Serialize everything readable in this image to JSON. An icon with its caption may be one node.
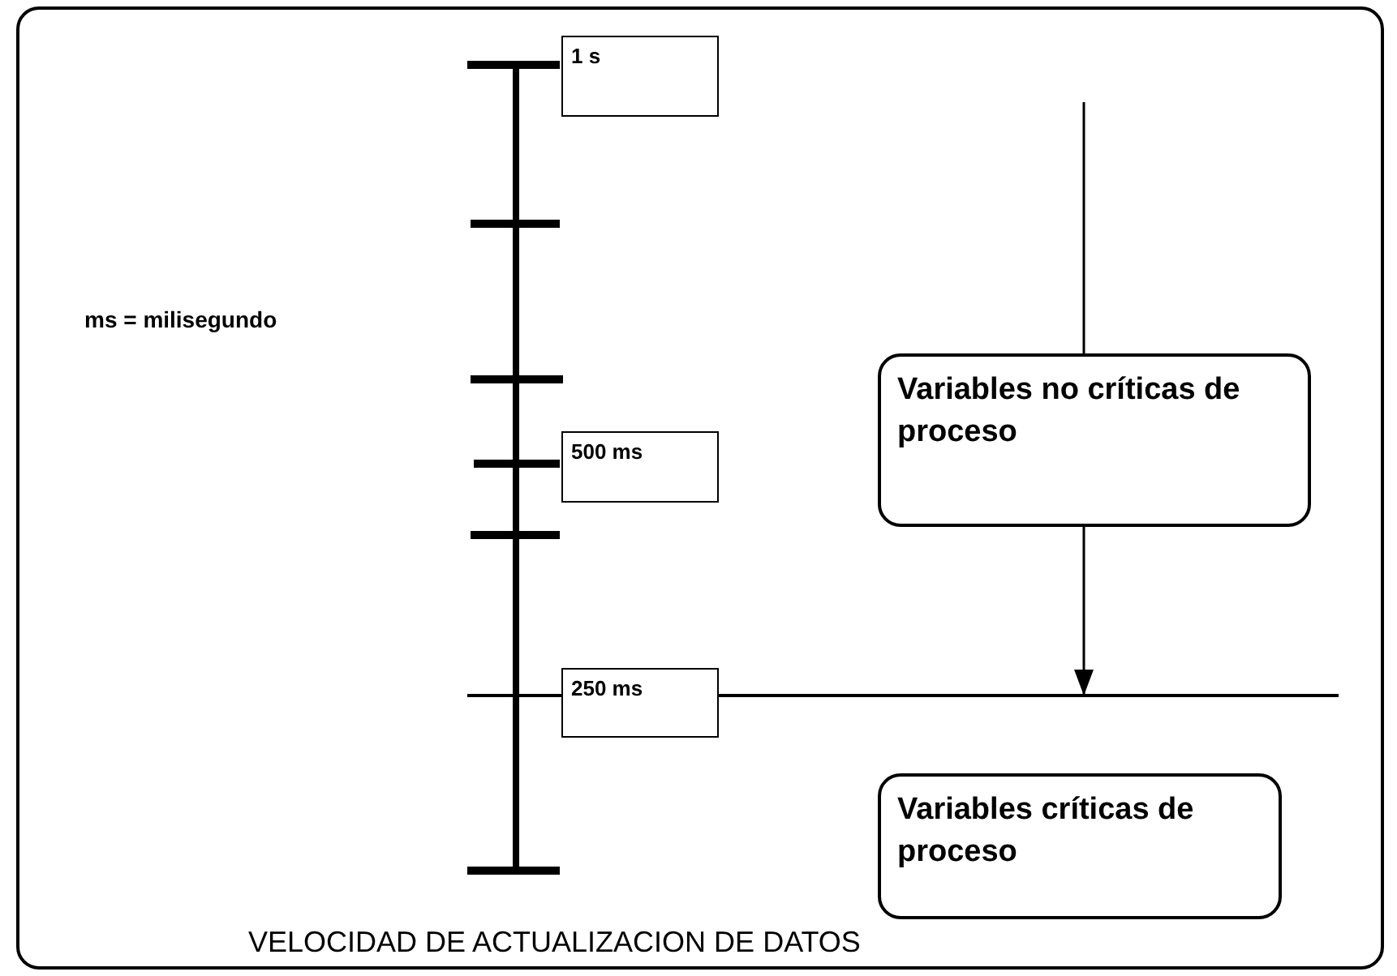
{
  "diagram": {
    "caption": "VELOCIDAD DE ACTUALIZACION DE DATOS",
    "nodes": [
      {
        "text": [
          "1 s"
        ]
      },
      {
        "text": [
          "500 ms"
        ]
      },
      {
        "text": [
          "250 ms"
        ]
      },
      {
        "text": [
          "Variables no críticas de proceso"
        ]
      },
      {
        "text": [
          "Variables críticas de proceso"
        ]
      }
    ],
    "edges": [
      {
        "from": null,
        "to": 3,
        "arrow": "none"
      },
      {
        "from": 3,
        "to": null,
        "arrow": "to"
      }
    ],
    "labels": [
      "ms = milisegundo"
    ]
  }
}
